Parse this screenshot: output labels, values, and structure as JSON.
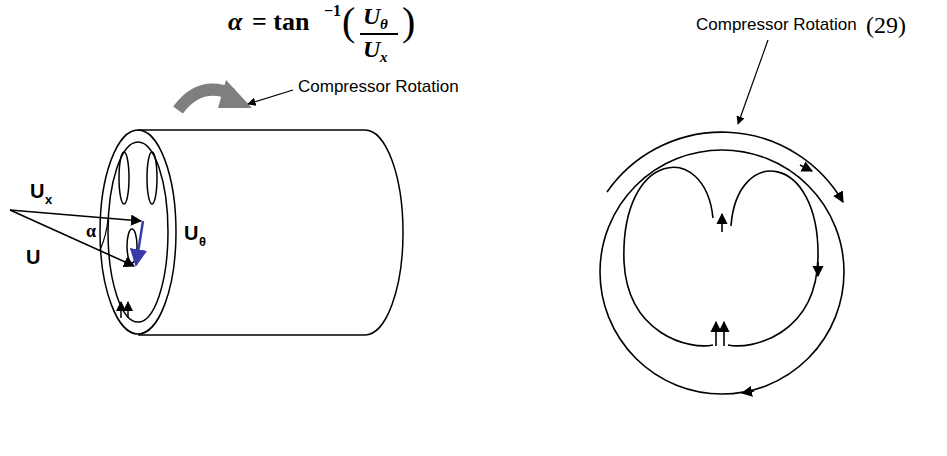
{
  "diagram": {
    "labels": [
      "α",
      "= tan",
      "−1",
      "(",
      "U",
      "θ",
      "U",
      "x",
      ")",
      "(29)",
      "Compressor Rotation",
      "U",
      "x",
      "α",
      "U",
      "U",
      "θ",
      "Compressor Rotation"
    ]
  }
}
